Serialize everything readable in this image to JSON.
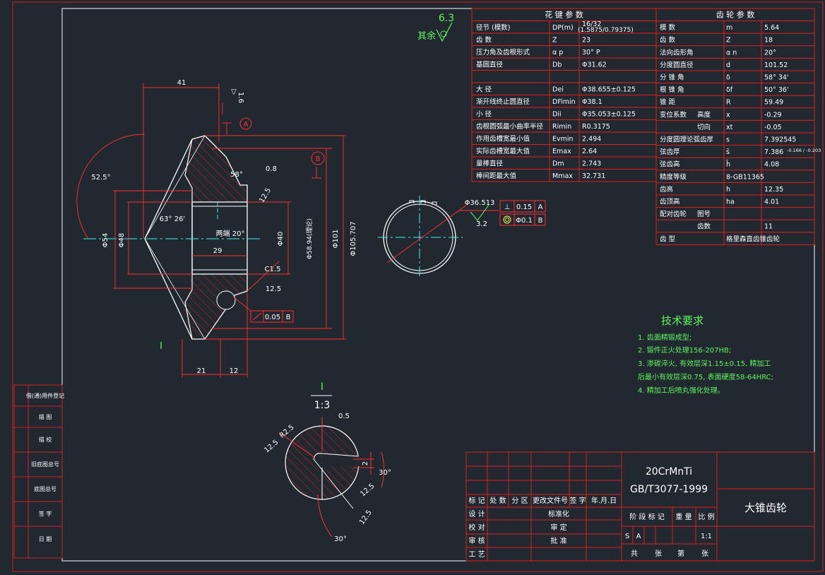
{
  "colors": {
    "background": "#212830",
    "border": "#ffffff",
    "table_lines": "#e01e1e",
    "table_text": "#ffffff",
    "dimension": "#ff3030",
    "geometry": "#ffffff",
    "center_lines": "#3ff0f0",
    "notes": "#5ff55f",
    "hatch": "#d02020"
  },
  "roughness": {
    "value": "6.3",
    "label": "其余"
  },
  "spline_table": {
    "title": "花 键 参 数",
    "rows": [
      {
        "name": "径节 (模数)",
        "sym": "DP(m)",
        "val": "16/32",
        "val2": "(1.5875/0.79375)"
      },
      {
        "name": "齿    数",
        "sym": "Z",
        "val": "23"
      },
      {
        "name": "压力角及齿根形式",
        "sym": "α p",
        "val": "30°   P"
      },
      {
        "name": "基圆直径",
        "sym": "Db",
        "val": "Φ31.62"
      },
      {
        "name": "",
        "sym": "",
        "val": ""
      },
      {
        "name": "大    径",
        "sym": "Dei",
        "val": "Φ38.655±0.125"
      },
      {
        "name": "渐开线终止圆直径",
        "sym": "DFimin",
        "val": "Φ38.1"
      },
      {
        "name": "小    径",
        "sym": "Dii",
        "val": "Φ35.053±0.125"
      },
      {
        "name": "齿根圆弧最小曲率半径",
        "sym": "Rimin",
        "val": "R0.3175"
      },
      {
        "name": "作用齿槽宽最小值",
        "sym": "Evmin",
        "val": "2.494"
      },
      {
        "name": "实际齿槽宽最大值",
        "sym": "Emax",
        "val": "2.64"
      },
      {
        "name": "量棒直径",
        "sym": "Dm",
        "val": "2.743"
      },
      {
        "name": "棒间距最大值",
        "sym": "Mmax",
        "val": "32.731"
      }
    ]
  },
  "gear_table": {
    "title": "齿 轮 参 数",
    "rows": [
      {
        "name": "模    数",
        "sub": "",
        "sym": "m",
        "val": "5.64"
      },
      {
        "name": "齿    数",
        "sub": "",
        "sym": "Z",
        "val": "18"
      },
      {
        "name": "法向齿形角",
        "sub": "",
        "sym": "α n",
        "val": "20°"
      },
      {
        "name": "分度圆直径",
        "sub": "",
        "sym": "d",
        "val": "101.52"
      },
      {
        "name": "分 锥 角",
        "sub": "",
        "sym": "δ",
        "val": "58° 34'"
      },
      {
        "name": "根 锥 角",
        "sub": "",
        "sym": "δf",
        "val": "50° 36'"
      },
      {
        "name": "锥    距",
        "sub": "",
        "sym": "R",
        "val": "59.49"
      },
      {
        "name": "变位系数",
        "sub": "高度",
        "sym": "x",
        "val": "-0.29"
      },
      {
        "name": "",
        "sub": "切向",
        "sym": "xt",
        "val": "-0.05"
      },
      {
        "name": "分度圆理论弧齿厚",
        "sub": "",
        "sym": "s",
        "val": "7.392545"
      },
      {
        "name": "弦齿厚",
        "sub": "",
        "sym": "s̄",
        "val": "7.386",
        "tol": "-0.166 / -0.203"
      },
      {
        "name": "弦齿高",
        "sub": "",
        "sym": "h̄",
        "val": "4.08"
      },
      {
        "name": "精度等级",
        "sub": "",
        "sym": "8-GB11365",
        "val": ""
      },
      {
        "name": "齿高",
        "sub": "",
        "sym": "h",
        "val": "12.35"
      },
      {
        "name": "齿顶高",
        "sub": "",
        "sym": "ha",
        "val": "4.01"
      },
      {
        "name": "配对齿轮",
        "sub": "图号",
        "sym": "",
        "val": ""
      },
      {
        "name": "",
        "sub": "齿数",
        "sym": "",
        "val": "11"
      },
      {
        "name": "齿    型",
        "sub": "",
        "sym": "格里森直齿锥齿轮",
        "val": ""
      }
    ]
  },
  "tech_req": {
    "title": "技术要求",
    "lines": [
      "1. 齿面精锻成型;",
      "2. 锻件正火处理156-207HB;",
      "3. 渗碳淬火, 有效层深1.15±0.15, 精加工",
      "    后最小有效层深0.75, 表面硬度58-64HRC;",
      "4. 精加工后喷丸强化处理。"
    ]
  },
  "title_block": {
    "material": "20CrMnTi",
    "standard": "GB/T3077-1999",
    "part_name": "大锥齿轮",
    "rev_header": [
      "标 记",
      "处 数",
      "分 区",
      "更改文件号",
      "签 字",
      "年.月.日"
    ],
    "rows_left": [
      "设 计",
      "校 对",
      "审 核",
      "工 艺"
    ],
    "rows_mid": [
      "标准化",
      "审 定",
      "批 准"
    ],
    "stage_header": [
      "阶 段 标 记",
      "重 量",
      "比 例"
    ],
    "stage_marks": [
      "S",
      "A"
    ],
    "scale": "1:1",
    "sheets": [
      "共",
      "张",
      "第",
      "张"
    ]
  },
  "side_strip": [
    "借(通)用件登记",
    "描   图",
    "描   校",
    "旧底图总号",
    "底图总号",
    "签   字",
    "日   期"
  ],
  "dims": {
    "d41": "41",
    "d1_6": "1.6",
    "dA": "A",
    "dB": "B",
    "d58": "58°",
    "d0_8": "0.8",
    "d12_5a": "12.5",
    "d52_5": "52.5°",
    "d63": "63° 26'",
    "d54": "Φ54",
    "d48": "Φ48",
    "d40": "Φ40",
    "d58_94": "Φ58.94(理论)",
    "d101": "Φ101",
    "d105": "Φ105.707",
    "d_tuishou": "两端 20°",
    "d29": "29",
    "dC15": "C1.5",
    "d12_5b": "12.5",
    "d005": "0.05",
    "dB2": "B",
    "dI": "I",
    "d21": "21",
    "d12": "12",
    "d96": "Φ36.513",
    "d015": "0.15",
    "d015A": "A",
    "d32": "3.2",
    "d01": "Φ0.1",
    "d01B": "B",
    "detail_label": "I",
    "detail_scale": "1:3",
    "d0_5": "0.5",
    "dR2_5": "R2.5",
    "d12_5c": "12.5",
    "d2": "2",
    "d30a": "30°",
    "d12_5d": "12.5",
    "d12_5e": "12.5",
    "d30b": "30°"
  }
}
